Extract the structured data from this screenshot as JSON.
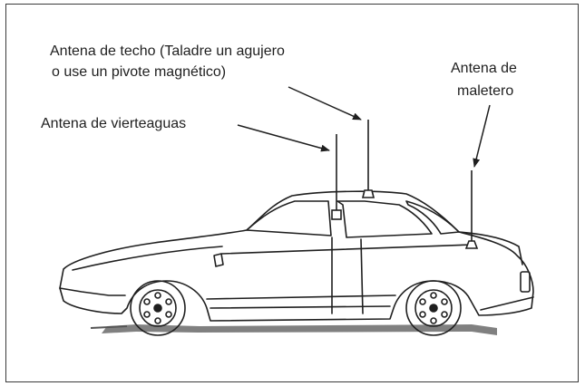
{
  "labels": {
    "roof_line1": "Antena de techo (Taladre un agujero",
    "roof_line2": "o use un pivote magnético)",
    "raingutter": "Antena de vierteaguas",
    "trunk_line1": "Antena de",
    "trunk_line2": "maletero"
  },
  "colors": {
    "ink": "#1f1f1f",
    "frame": "#3a3a3a",
    "shadow": "#555555",
    "background": "#ffffff"
  }
}
